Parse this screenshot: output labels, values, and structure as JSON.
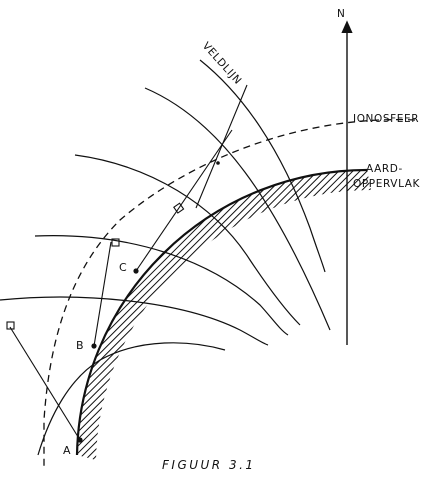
{
  "figure": {
    "north_label": "N",
    "field_line_label": "VELDLIJN",
    "ionosphere_label": "IONOSFEER",
    "earth_surface_label_line1": "AARD-",
    "earth_surface_label_line2": "OPPERVLAK",
    "point_a_label": "A",
    "point_b_label": "B",
    "point_c_label": "C",
    "caption": "FIGUUR 3.1",
    "line_color": "#111111"
  }
}
